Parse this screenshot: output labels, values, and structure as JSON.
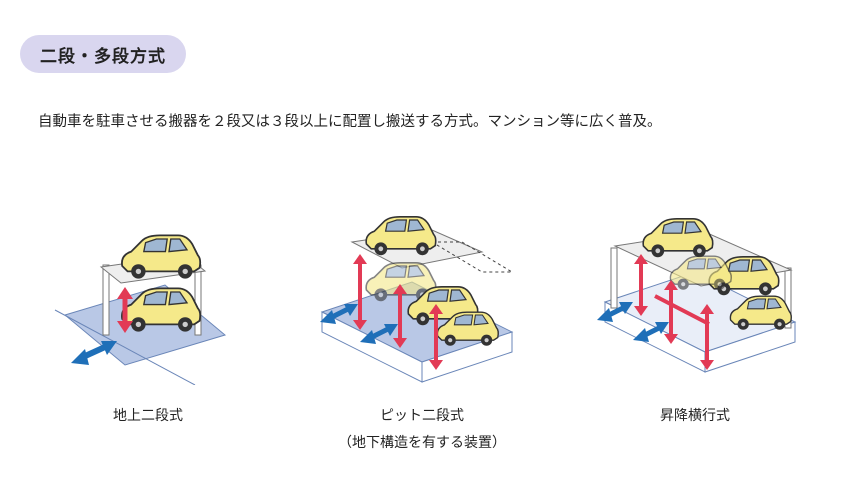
{
  "header": {
    "title": "二段・多段方式"
  },
  "description": "自動車を駐車させる搬器を２段又は３段以上に配置し搬送する方式。マンション等に広く普及。",
  "figures": [
    {
      "caption": "地上二段式",
      "caption2": ""
    },
    {
      "caption": "ピット二段式",
      "caption2": "（地下構造を有する装置）"
    },
    {
      "caption": "昇降横行式",
      "caption2": ""
    }
  ],
  "colors": {
    "pill": "#d9d6ef",
    "car": "#f5e98a",
    "floor": "#b9c8e6",
    "arrow_red": "#e23a55",
    "arrow_blue": "#1f6fb8"
  },
  "icons": [
    "car-icon",
    "updown-arrow-icon",
    "horizontal-arrow-icon"
  ]
}
